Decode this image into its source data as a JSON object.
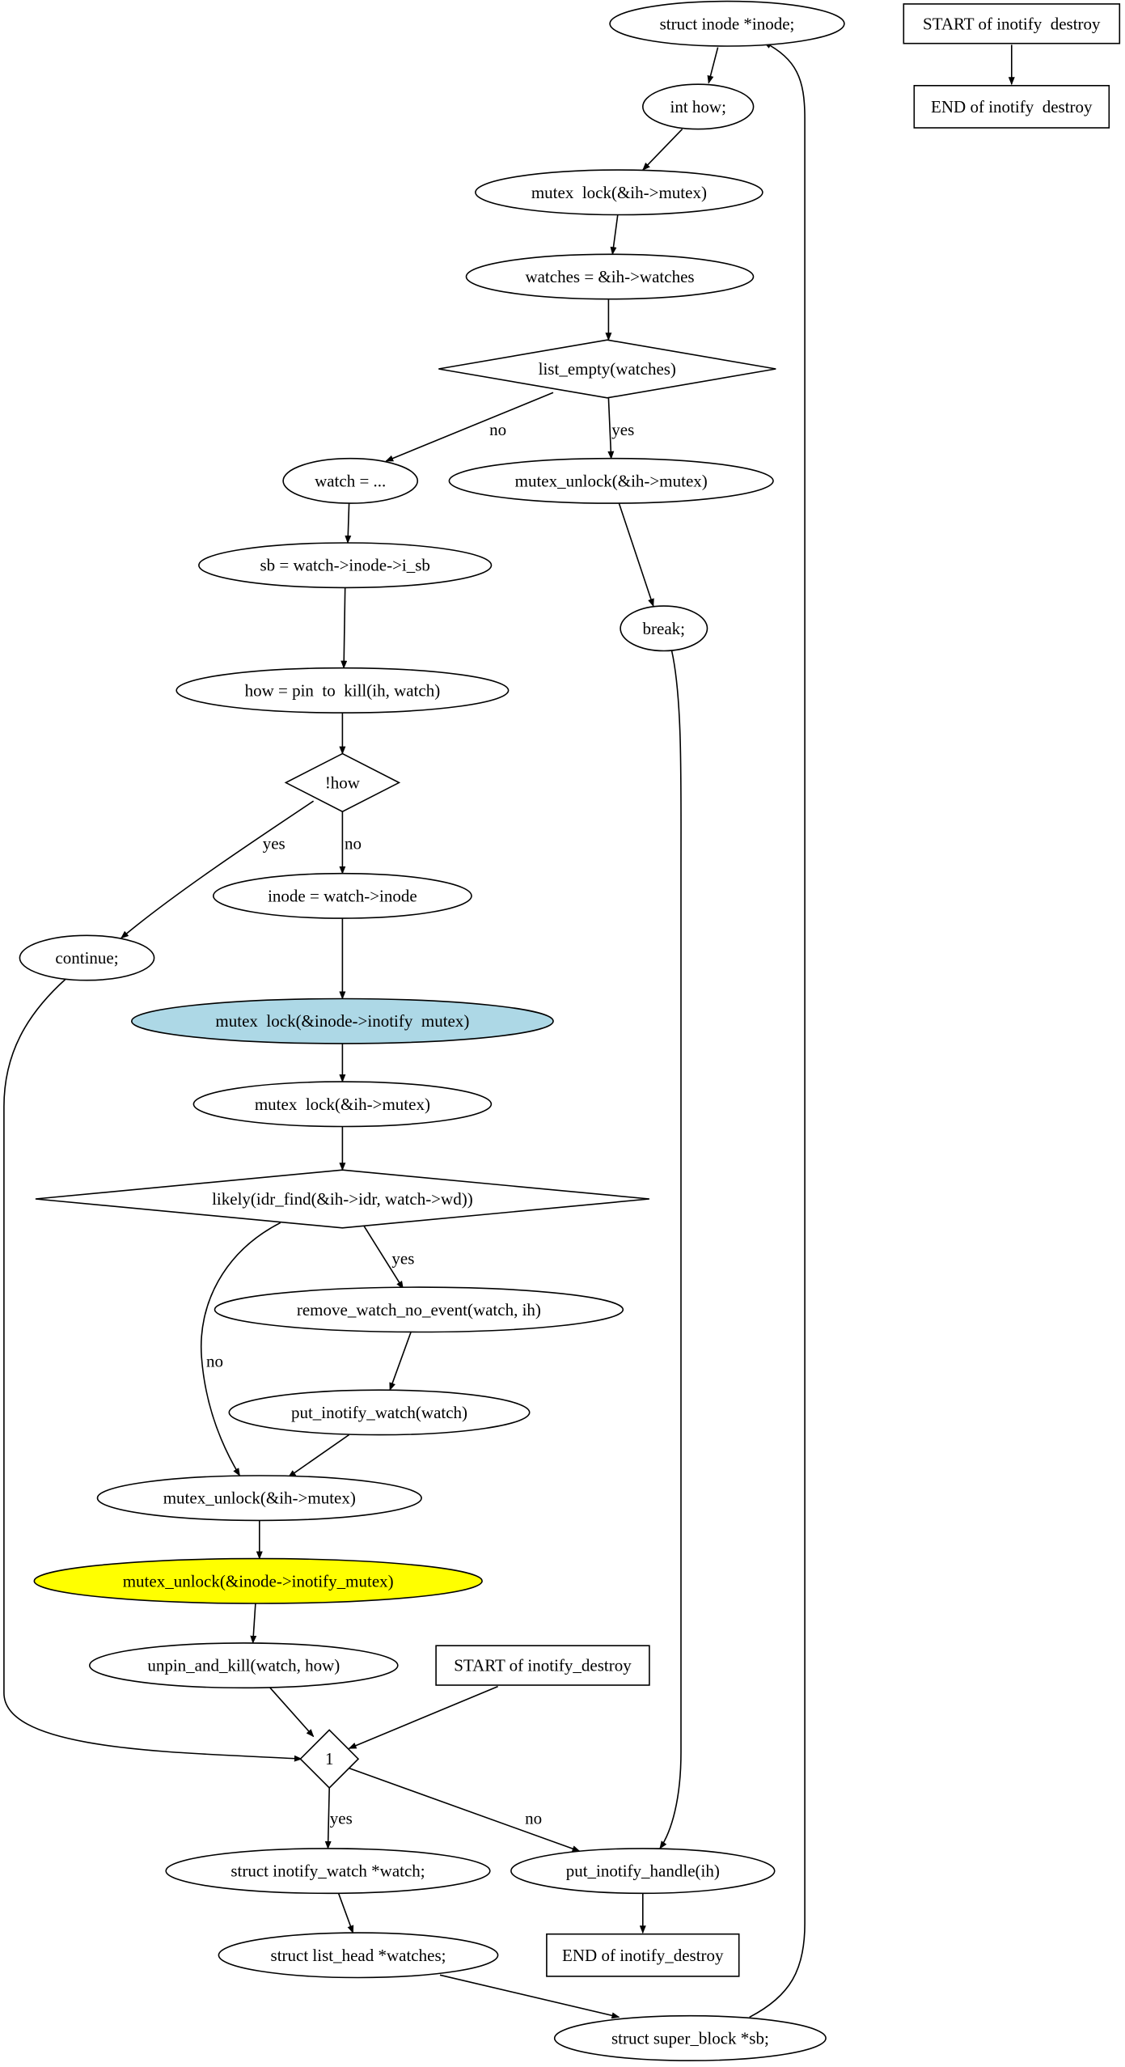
{
  "colors": {
    "highlight_blue": "#add8e6",
    "highlight_yellow": "#ffff00",
    "stroke": "#000000",
    "fill": "#ffffff"
  },
  "nodes": {
    "inode_decl": {
      "label": "struct inode *inode;",
      "shape": "ellipse"
    },
    "start_top": {
      "label": "START of inotify  destroy",
      "shape": "box"
    },
    "end_top": {
      "label": "END of inotify  destroy",
      "shape": "box"
    },
    "how_decl": {
      "label": "int how;",
      "shape": "ellipse"
    },
    "lock_ih1": {
      "label": "mutex  lock(&ih->mutex)",
      "shape": "ellipse"
    },
    "watches_assign": {
      "label": "watches = &ih->watches",
      "shape": "ellipse"
    },
    "list_empty": {
      "label": "list_empty(watches)",
      "shape": "diamond"
    },
    "watch_assign": {
      "label": "watch = ...",
      "shape": "ellipse"
    },
    "unlock_ih1": {
      "label": "mutex_unlock(&ih->mutex)",
      "shape": "ellipse"
    },
    "sb_assign": {
      "label": "sb = watch->inode->i_sb",
      "shape": "ellipse"
    },
    "break_stmt": {
      "label": "break;",
      "shape": "ellipse"
    },
    "pin_kill": {
      "label": "how = pin  to  kill(ih, watch)",
      "shape": "ellipse"
    },
    "not_how": {
      "label": "!how",
      "shape": "diamond"
    },
    "inode_assign": {
      "label": "inode = watch->inode",
      "shape": "ellipse"
    },
    "continue_stmt": {
      "label": "continue;",
      "shape": "ellipse"
    },
    "lock_inode": {
      "label": "mutex  lock(&inode->inotify  mutex)",
      "shape": "ellipse",
      "fill": "#add8e6"
    },
    "lock_ih2": {
      "label": "mutex  lock(&ih->mutex)",
      "shape": "ellipse"
    },
    "likely_idr": {
      "label": "likely(idr_find(&ih->idr, watch->wd))",
      "shape": "diamond"
    },
    "remove_watch": {
      "label": "remove_watch_no_event(watch, ih)",
      "shape": "ellipse"
    },
    "put_watch": {
      "label": "put_inotify_watch(watch)",
      "shape": "ellipse"
    },
    "unlock_ih2": {
      "label": "mutex_unlock(&ih->mutex)",
      "shape": "ellipse"
    },
    "unlock_inode": {
      "label": "mutex_unlock(&inode->inotify_mutex)",
      "shape": "ellipse",
      "fill": "#ffff00"
    },
    "unpin_kill": {
      "label": "unpin_and_kill(watch, how)",
      "shape": "ellipse"
    },
    "start_mid": {
      "label": "START of inotify_destroy",
      "shape": "box"
    },
    "loop_cond": {
      "label": "1",
      "shape": "diamond"
    },
    "watch_decl": {
      "label": "struct inotify_watch *watch;",
      "shape": "ellipse"
    },
    "put_handle": {
      "label": "put_inotify_handle(ih)",
      "shape": "ellipse"
    },
    "watches_decl": {
      "label": "struct list_head *watches;",
      "shape": "ellipse"
    },
    "end_mid": {
      "label": "END of inotify_destroy",
      "shape": "box"
    },
    "sb_decl": {
      "label": "struct super_block *sb;",
      "shape": "ellipse"
    }
  },
  "edges": [
    {
      "from": "inode_decl",
      "to": "how_decl",
      "label": ""
    },
    {
      "from": "start_top",
      "to": "end_top",
      "label": ""
    },
    {
      "from": "how_decl",
      "to": "lock_ih1",
      "label": ""
    },
    {
      "from": "lock_ih1",
      "to": "watches_assign",
      "label": ""
    },
    {
      "from": "watches_assign",
      "to": "list_empty",
      "label": ""
    },
    {
      "from": "list_empty",
      "to": "watch_assign",
      "label": "no"
    },
    {
      "from": "list_empty",
      "to": "unlock_ih1",
      "label": "yes"
    },
    {
      "from": "watch_assign",
      "to": "sb_assign",
      "label": ""
    },
    {
      "from": "unlock_ih1",
      "to": "break_stmt",
      "label": ""
    },
    {
      "from": "sb_assign",
      "to": "pin_kill",
      "label": ""
    },
    {
      "from": "pin_kill",
      "to": "not_how",
      "label": ""
    },
    {
      "from": "not_how",
      "to": "continue_stmt",
      "label": "yes"
    },
    {
      "from": "not_how",
      "to": "inode_assign",
      "label": "no"
    },
    {
      "from": "inode_assign",
      "to": "lock_inode",
      "label": ""
    },
    {
      "from": "lock_inode",
      "to": "lock_ih2",
      "label": ""
    },
    {
      "from": "lock_ih2",
      "to": "likely_idr",
      "label": ""
    },
    {
      "from": "likely_idr",
      "to": "remove_watch",
      "label": "yes"
    },
    {
      "from": "likely_idr",
      "to": "unlock_ih2",
      "label": "no"
    },
    {
      "from": "remove_watch",
      "to": "put_watch",
      "label": ""
    },
    {
      "from": "put_watch",
      "to": "unlock_ih2",
      "label": ""
    },
    {
      "from": "unlock_ih2",
      "to": "unlock_inode",
      "label": ""
    },
    {
      "from": "unlock_inode",
      "to": "unpin_kill",
      "label": ""
    },
    {
      "from": "unpin_kill",
      "to": "loop_cond",
      "label": ""
    },
    {
      "from": "start_mid",
      "to": "loop_cond",
      "label": ""
    },
    {
      "from": "continue_stmt",
      "to": "loop_cond",
      "label": ""
    },
    {
      "from": "loop_cond",
      "to": "watch_decl",
      "label": "yes"
    },
    {
      "from": "loop_cond",
      "to": "put_handle",
      "label": "no"
    },
    {
      "from": "break_stmt",
      "to": "put_handle",
      "label": ""
    },
    {
      "from": "watch_decl",
      "to": "watches_decl",
      "label": ""
    },
    {
      "from": "put_handle",
      "to": "end_mid",
      "label": ""
    },
    {
      "from": "watches_decl",
      "to": "sb_decl",
      "label": ""
    },
    {
      "from": "sb_decl",
      "to": "inode_decl",
      "label": ""
    }
  ]
}
